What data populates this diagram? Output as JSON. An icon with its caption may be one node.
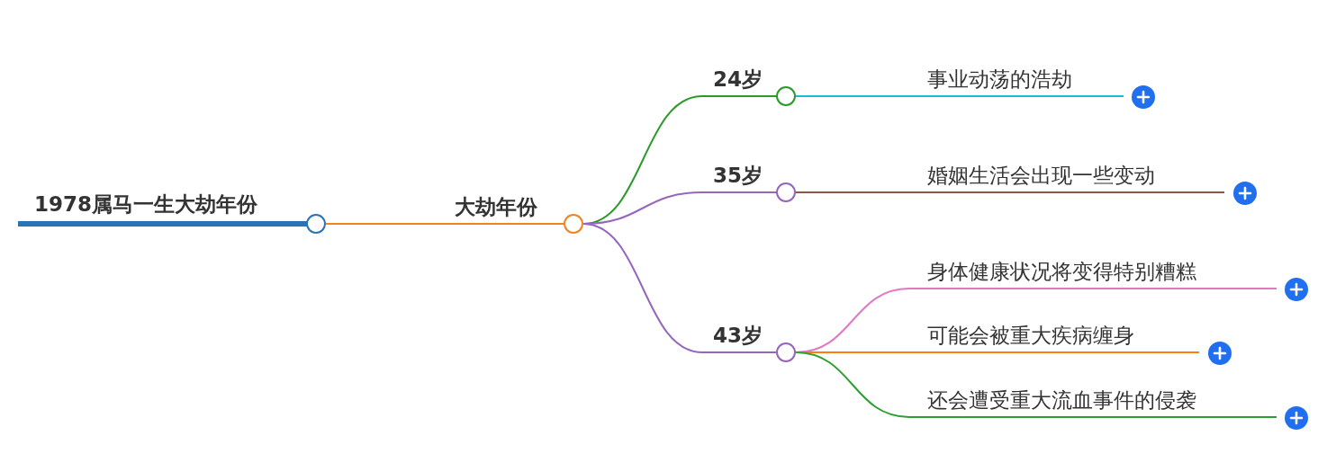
{
  "diagram": {
    "nodes": [
      {
        "text": [
          "1978属马一生大劫年份"
        ]
      },
      {
        "text": [
          "大劫年份"
        ]
      },
      {
        "text": [
          "24岁"
        ]
      },
      {
        "text": [
          "35岁"
        ]
      },
      {
        "text": [
          "43岁"
        ]
      },
      {
        "text": [
          "事业动荡的浩劫"
        ]
      },
      {
        "text": [
          "婚姻生活会出现一些变动"
        ]
      },
      {
        "text": [
          "身体健康状况将变得特别糟糕"
        ]
      },
      {
        "text": [
          "可能会被重大疾病缠身"
        ]
      },
      {
        "text": [
          "还会遭受重大流血事件的侵袭"
        ]
      }
    ],
    "edges": [
      {
        "from": 0,
        "to": 1,
        "arrow": "none",
        "color": "#f0841e"
      },
      {
        "from": 1,
        "to": 2,
        "arrow": "none",
        "color": "#2a9b2a"
      },
      {
        "from": 1,
        "to": 3,
        "arrow": "none",
        "color": "#9467bd"
      },
      {
        "from": 1,
        "to": 4,
        "arrow": "none",
        "color": "#9467bd"
      },
      {
        "from": 2,
        "to": 5,
        "arrow": "none",
        "color": "#17becf"
      },
      {
        "from": 3,
        "to": 6,
        "arrow": "none",
        "color": "#8c564b"
      },
      {
        "from": 4,
        "to": 7,
        "arrow": "none",
        "color": "#e377c2"
      },
      {
        "from": 4,
        "to": 8,
        "arrow": "none",
        "color": "#ff7f0e"
      },
      {
        "from": 4,
        "to": 9,
        "arrow": "none",
        "color": "#2ca02c"
      }
    ]
  }
}
